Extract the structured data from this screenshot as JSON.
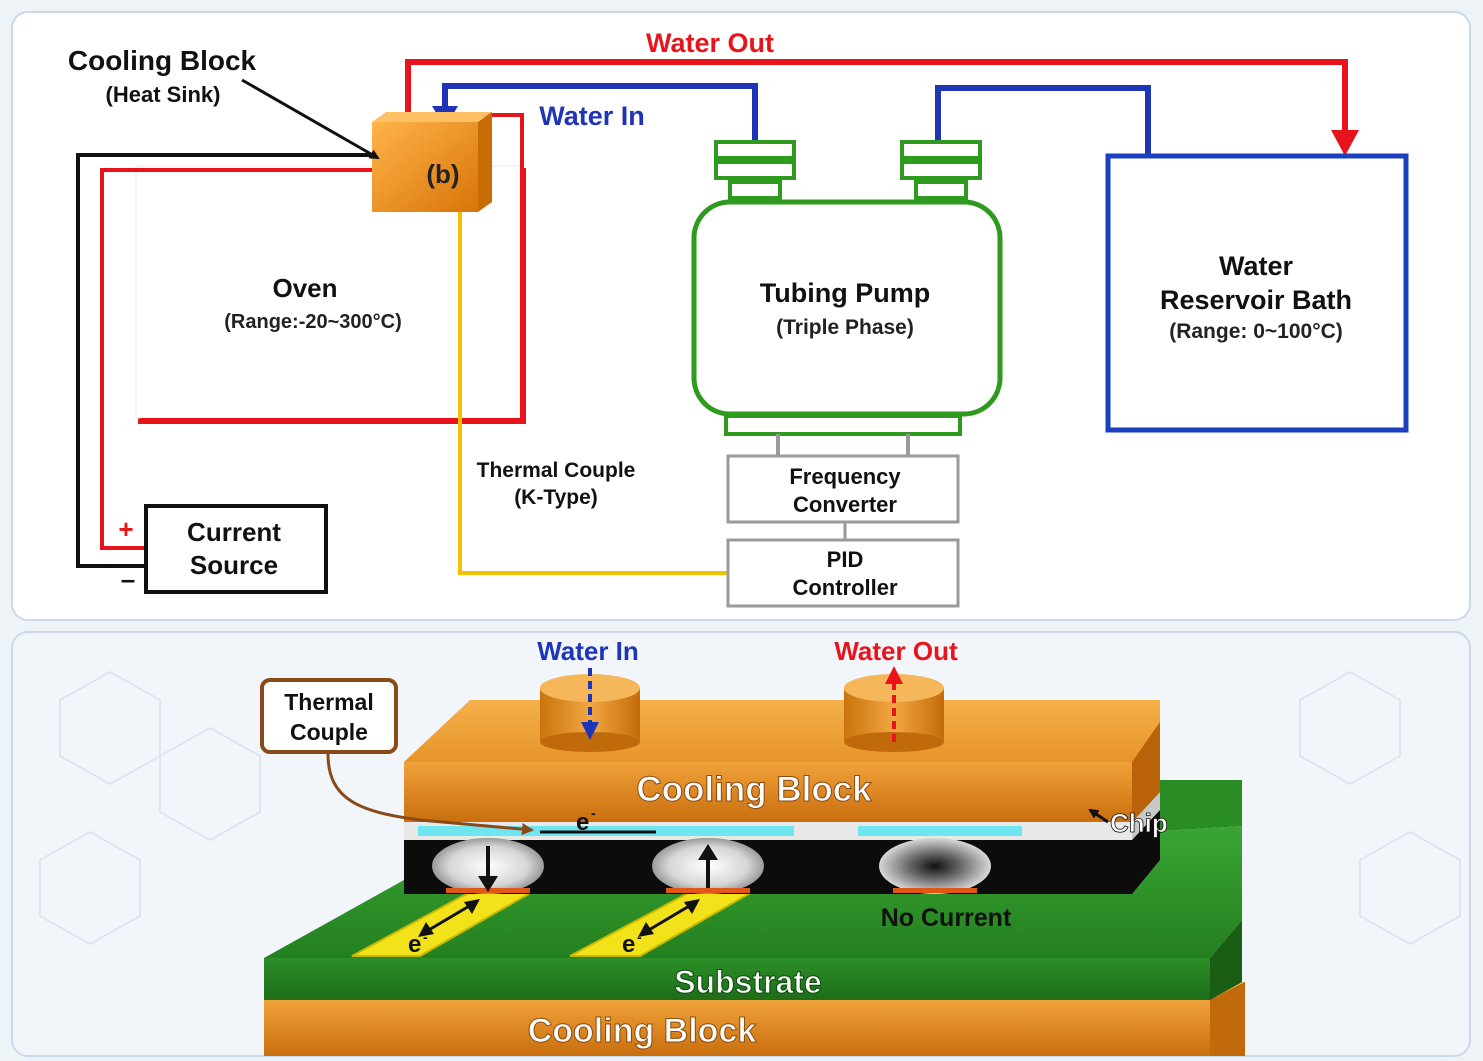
{
  "top": {
    "cooling_block_title": "Cooling Block",
    "cooling_block_subtitle": "(Heat Sink)",
    "block_tag": "(b)",
    "water_out": "Water Out",
    "water_in": "Water In",
    "oven_title": "Oven",
    "oven_range": "(Range:-20~300°C)",
    "pump_title": "Tubing Pump",
    "pump_subtitle": "(Triple Phase)",
    "bath_line1": "Water",
    "bath_line2": "Reservoir Bath",
    "bath_range": "(Range: 0~100°C)",
    "thermocouple_line1": "Thermal Couple",
    "thermocouple_line2": "(K-Type)",
    "freq_line1": "Frequency",
    "freq_line2": "Converter",
    "pid_line1": "PID",
    "pid_line2": "Controller",
    "source_line1": "Current",
    "source_line2": "Source",
    "plus": "+",
    "minus": "–"
  },
  "bottom": {
    "water_in": "Water In",
    "water_out": "Water Out",
    "thermocouple_line1": "Thermal",
    "thermocouple_line2": "Couple",
    "cooling_block_top": "Cooling Block",
    "chip": "Chip",
    "electron": "e",
    "electron_sup": "-",
    "no_current": "No Current",
    "substrate": "Substrate",
    "cooling_block_bottom": "Cooling Block"
  },
  "colors": {
    "water_out": "#e8141b",
    "water_in": "#1f35b8",
    "pump": "#2e9a1e",
    "copper": "#e8901e",
    "substrate": "#2f8f2a",
    "thermocouple_wire": "#f2c200",
    "bath": "#1a3fbf"
  }
}
